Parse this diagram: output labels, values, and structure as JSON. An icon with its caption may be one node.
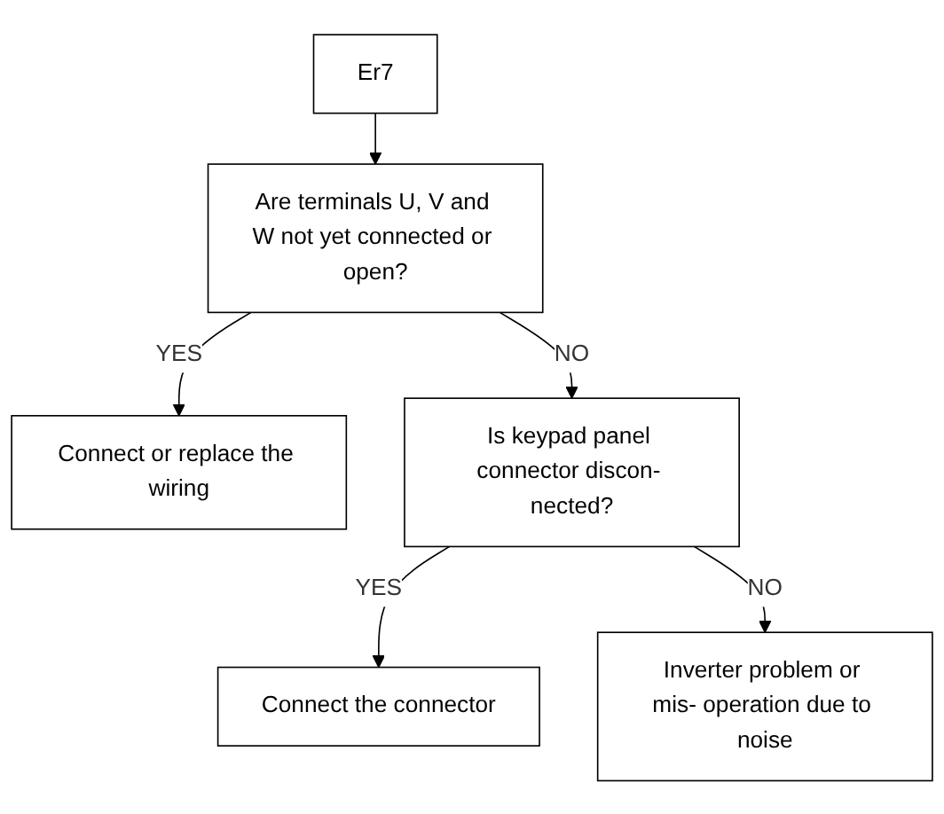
{
  "diagram": {
    "nodes": [
      {
        "text": [
          "Er7"
        ]
      },
      {
        "text": [
          "Are terminals U, V and W not yet connected or open?"
        ]
      },
      {
        "text": [
          "Connect or replace the wiring"
        ]
      },
      {
        "text": [
          "Is keypad panel connector discon- nected?"
        ]
      },
      {
        "text": [
          "Connect the connector"
        ]
      },
      {
        "text": [
          "Inverter problem or mis- operation due to noise"
        ]
      }
    ],
    "edges": [
      {
        "from": 0,
        "to": 1,
        "arrow": "to"
      },
      {
        "from": 1,
        "to": 2,
        "arrow": "to",
        "label": "YES"
      },
      {
        "from": 1,
        "to": 3,
        "arrow": "to",
        "label": "NO"
      },
      {
        "from": 3,
        "to": 4,
        "arrow": "to",
        "label": "YES"
      },
      {
        "from": 3,
        "to": 5,
        "arrow": "to",
        "label": "NO"
      }
    ]
  }
}
